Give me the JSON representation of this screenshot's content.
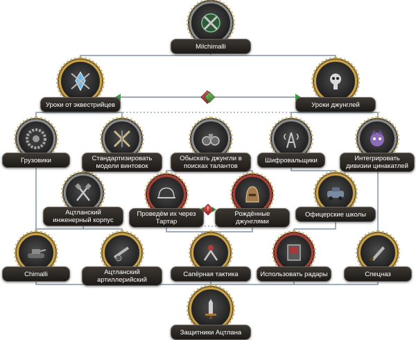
{
  "focus_tree": {
    "root": {
      "label": "Milchimalli",
      "icon": "crossed-rifles-icon"
    },
    "tier1": [
      {
        "id": "equestrian",
        "label": "Уроки от эквестрийцев",
        "icon": "crystal-lantern-icon"
      },
      {
        "id": "jungle",
        "label": "Уроки джунглей",
        "icon": "jungle-skull-icon"
      }
    ],
    "tier2": [
      {
        "id": "trucks",
        "label": "Грузовики",
        "icon": "tire-icon"
      },
      {
        "id": "standardize",
        "label": "Стандартизировать модели винтовок",
        "icon": "rifles-icon"
      },
      {
        "id": "talent",
        "label": "Обыскать джунгли в поисках талантов",
        "icon": "binoculars-icon"
      },
      {
        "id": "cipher",
        "label": "Шифровальщики",
        "icon": "radio-tower-icon"
      },
      {
        "id": "cinacatl",
        "label": "Интегрировать дивизии цинакатлей",
        "icon": "pony-face-icon"
      }
    ],
    "tier3": [
      {
        "id": "engineer",
        "label": "Ацтланский инженерный корпус",
        "icon": "shovels-icon"
      },
      {
        "id": "tartarus",
        "label": "Проведём их через Тартар",
        "icon": "helmet-icon"
      },
      {
        "id": "jungleborn",
        "label": "Рождённые джунглями",
        "icon": "hood-icon"
      },
      {
        "id": "officer",
        "label": "Офицерские школы",
        "icon": "armored-car-icon"
      }
    ],
    "tier4": [
      {
        "id": "chimalli",
        "label": "Chimalli",
        "icon": "tank-icon"
      },
      {
        "id": "artillery",
        "label": "Ацтланский артиллерийский",
        "icon": "cannon-icon"
      },
      {
        "id": "sapper",
        "label": "Сапёрная тактика",
        "icon": "wire-cutters-icon"
      },
      {
        "id": "radar",
        "label": "Использовать радары",
        "icon": "radar-screen-icon"
      },
      {
        "id": "specnaz",
        "label": "Спецназ",
        "icon": "knife-icon"
      }
    ],
    "final": {
      "label": "Защитники Ацтлана",
      "icon": "sword-icon"
    },
    "exclusive_marker": "!"
  },
  "colors": {
    "line": "#7f93a8",
    "exclusive_line": "#7a8c9e",
    "exclusive_red": "#c23b3b",
    "exclusive_green": "#3f9f4a",
    "label_bg": "#2a2622",
    "gold": "#c9a24a"
  }
}
